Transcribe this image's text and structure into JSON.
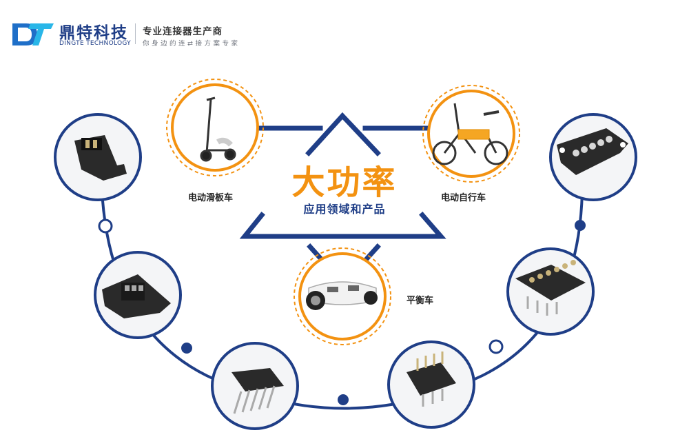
{
  "brand": {
    "name_cn": "鼎特科技",
    "name_en": "DINGTE TECHNOLOGY",
    "tagline": "专业连接器生产商",
    "subline": "你身边的连⇄接方案专家"
  },
  "center": {
    "title": "大功率",
    "subtitle": "应用领域和产品"
  },
  "applications": [
    {
      "label": "电动滑板车",
      "icon": "scooter-icon"
    },
    {
      "label": "电动自行车",
      "icon": "bicycle-icon"
    },
    {
      "label": "平衡车",
      "icon": "hoverboard-icon"
    }
  ],
  "products": [
    {
      "icon": "connector-plug-icon"
    },
    {
      "icon": "connector-socket-icon"
    },
    {
      "icon": "pin-header-icon"
    },
    {
      "icon": "pin-connector-icon"
    },
    {
      "icon": "pogo-pin-connector-icon"
    },
    {
      "icon": "pogo-pin-strip-icon"
    }
  ],
  "colors": {
    "navy": "#1f3e87",
    "orange": "#f39211"
  }
}
